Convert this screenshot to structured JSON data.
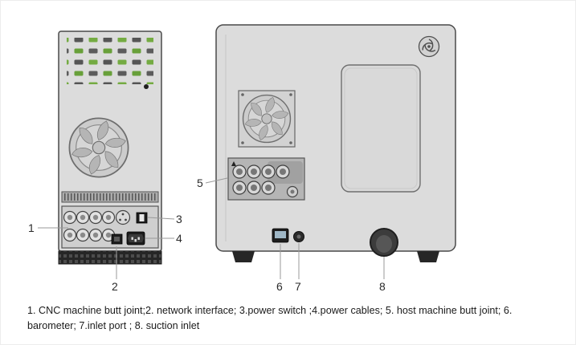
{
  "diagram": {
    "callouts": [
      "1",
      "2",
      "3",
      "4",
      "5",
      "6",
      "7",
      "8"
    ],
    "caption": "1. CNC machine butt joint;2. network interface; 3.power switch ;4.power cables; 5. host machine butt joint; 6. barometer; 7.inlet port ; 8. suction inlet",
    "legend": [
      {
        "number": "1",
        "label": "CNC machine butt joint"
      },
      {
        "number": "2",
        "label": "network interface"
      },
      {
        "number": "3",
        "label": "power switch"
      },
      {
        "number": "4",
        "label": "power cables"
      },
      {
        "number": "5",
        "label": "host machine butt joint"
      },
      {
        "number": "6",
        "label": "barometer"
      },
      {
        "number": "7",
        "label": "inlet port"
      },
      {
        "number": "8",
        "label": "suction inlet"
      }
    ],
    "colors": {
      "device_fill": "#dcdcdc",
      "device_stroke": "#4a4a4a",
      "callout_line": "#9a9a9a",
      "vent_green": "#68a03a",
      "dark_component": "#1d1d1d"
    }
  }
}
